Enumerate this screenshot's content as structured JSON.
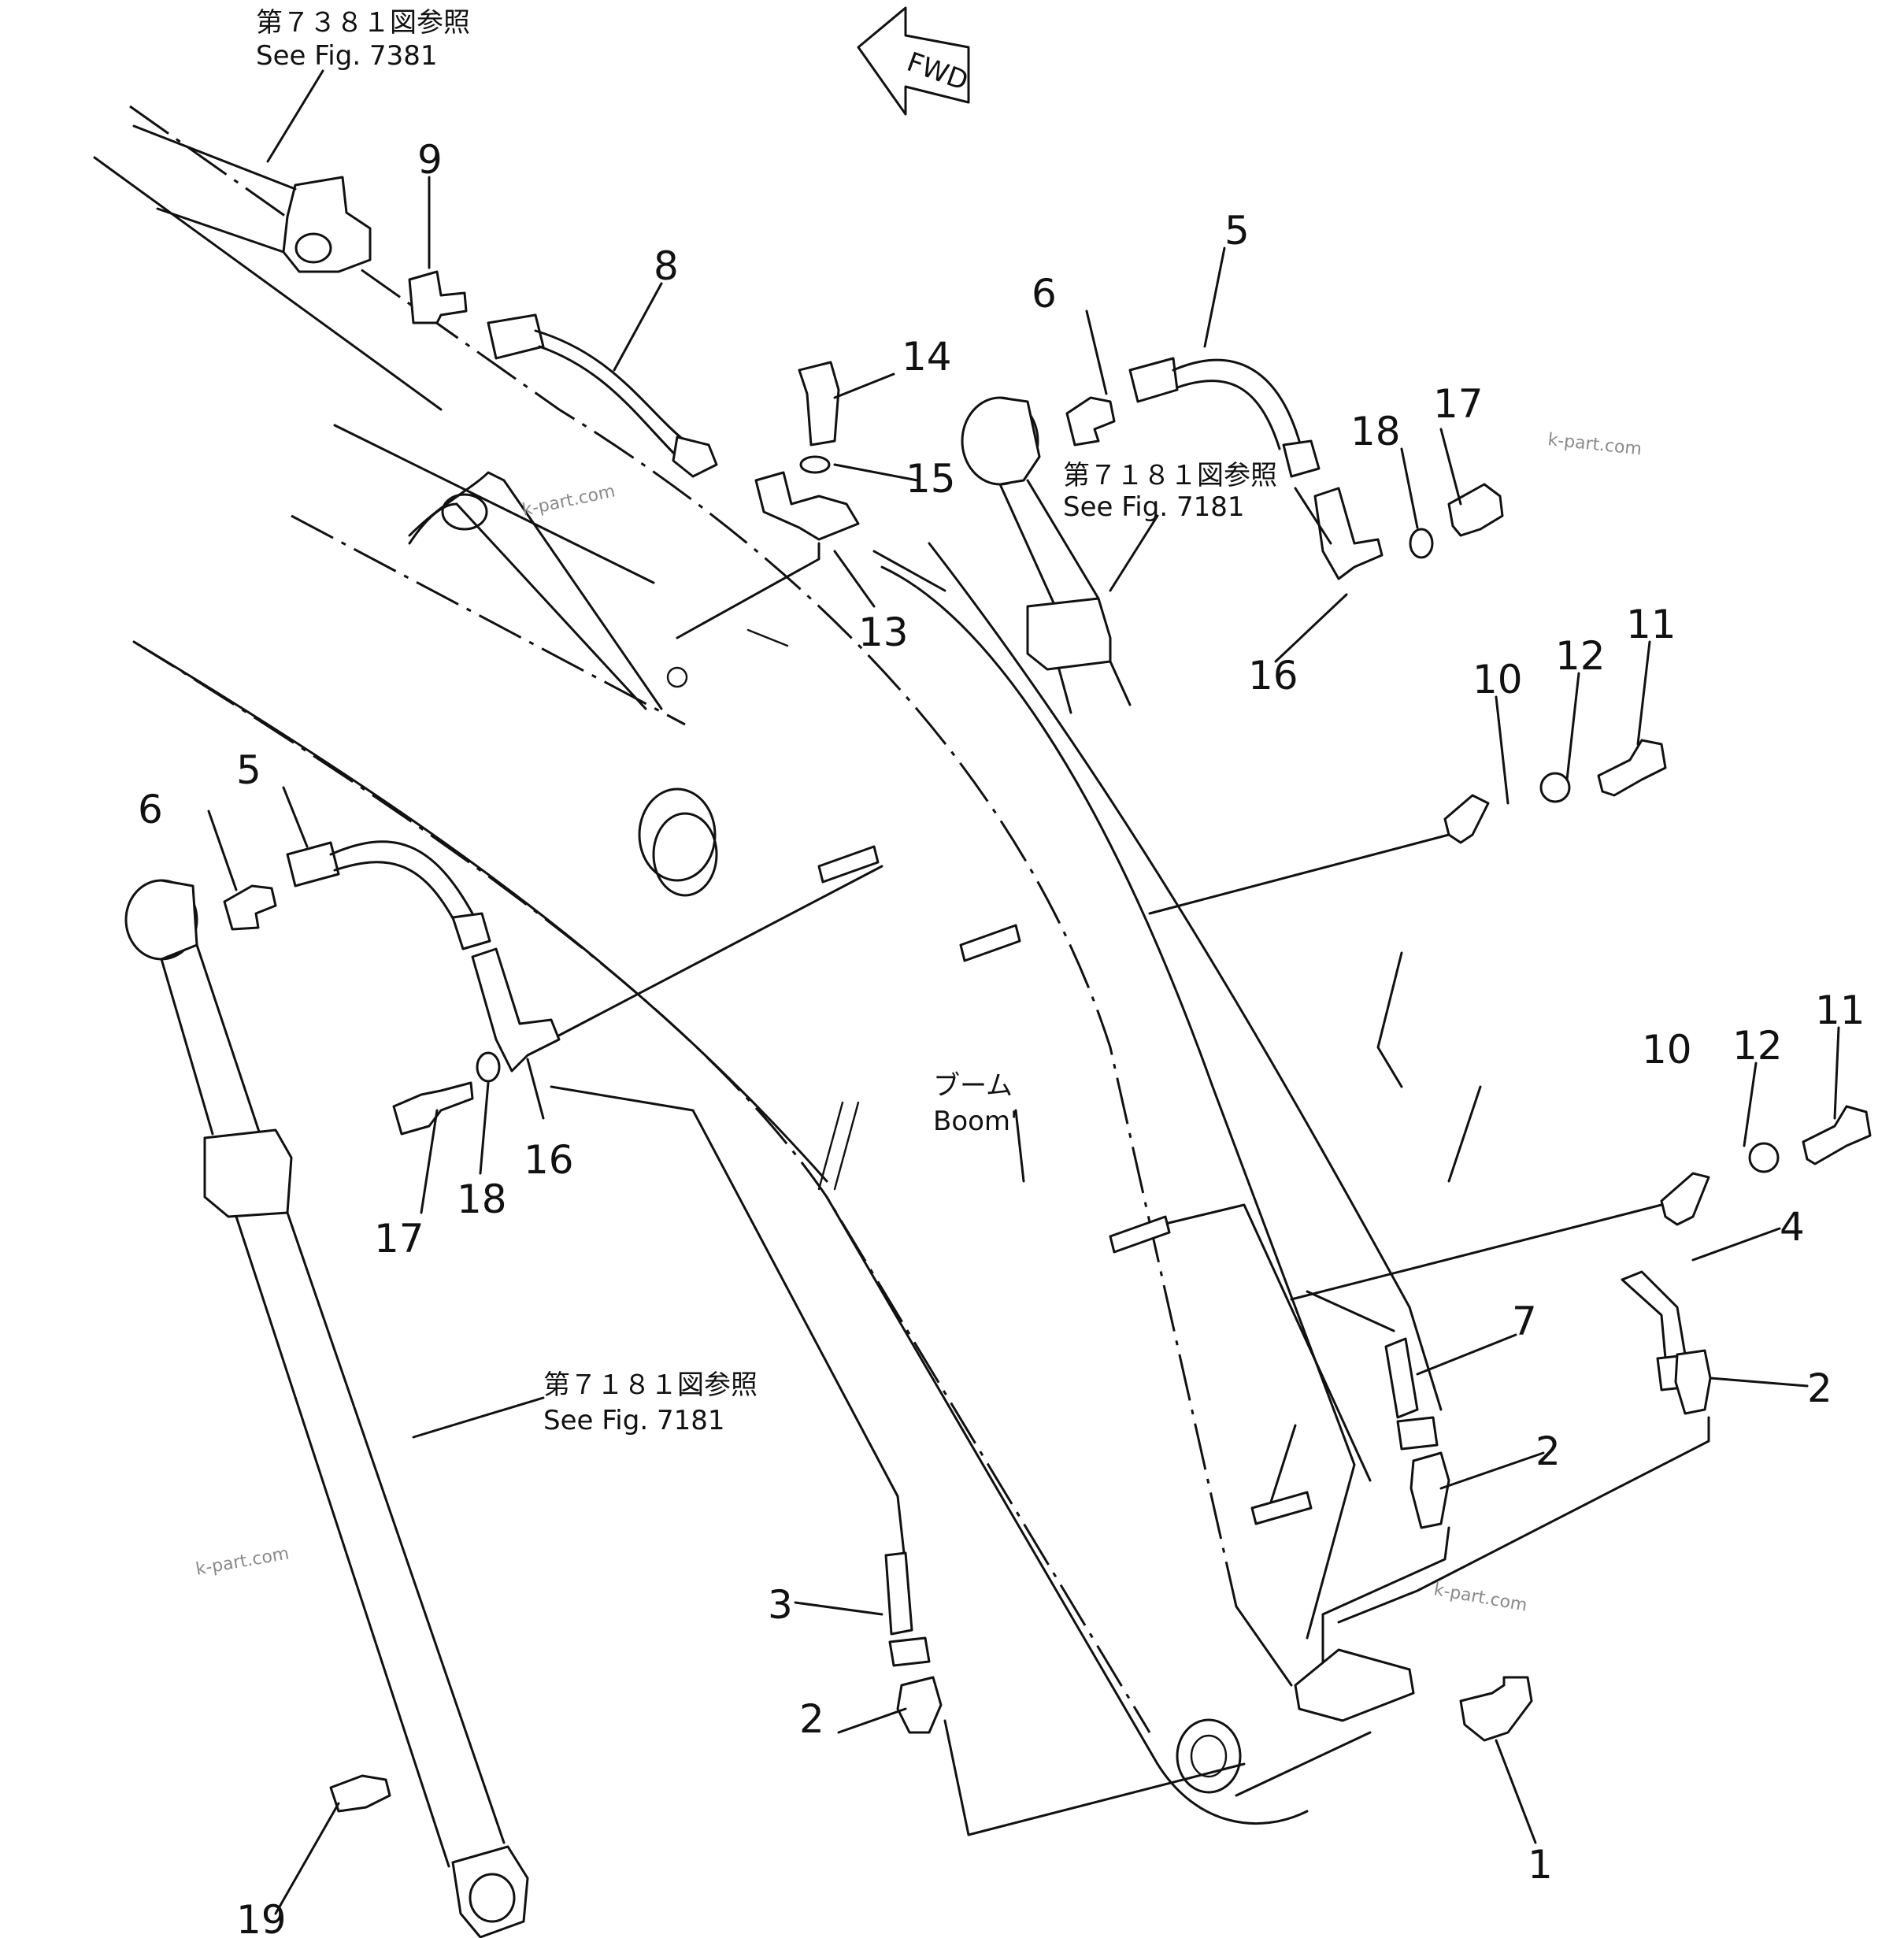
{
  "direction": {
    "label": "FWD"
  },
  "references": {
    "fig7381": {
      "jp": "第７３８１図参照",
      "en": "See Fig. 7381"
    },
    "fig7181_top": {
      "jp": "第７１８１図参照",
      "en": "See Fig. 7181"
    },
    "fig7181_bottom": {
      "jp": "第７１８１図参照",
      "en": "See Fig. 7181"
    }
  },
  "boom": {
    "jp": "ブーム",
    "en": "Boom'"
  },
  "watermarks": [
    "k-part.com",
    "k-part.com",
    "k-part.com",
    "k-part.com"
  ],
  "callouts": {
    "c1": "1",
    "c2a": "2",
    "c2b": "2",
    "c2c": "2",
    "c3": "3",
    "c4": "4",
    "c5a": "5",
    "c5b": "5",
    "c6a": "6",
    "c6b": "6",
    "c7": "7",
    "c8": "8",
    "c9": "9",
    "c10a": "10",
    "c10b": "10",
    "c11a": "11",
    "c11b": "11",
    "c12a": "12",
    "c12b": "12",
    "c13": "13",
    "c14": "14",
    "c15": "15",
    "c16a": "16",
    "c16b": "16",
    "c17a": "17",
    "c17b": "17",
    "c18a": "18",
    "c18b": "18",
    "c19": "19"
  }
}
